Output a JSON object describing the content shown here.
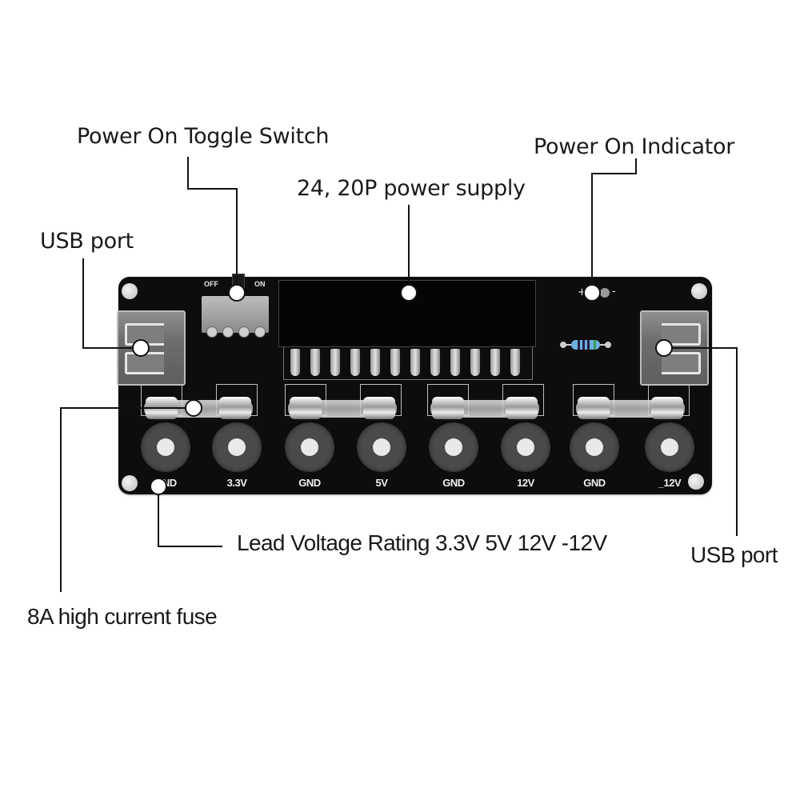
{
  "title": "ATX power supply breakout board annotated diagram",
  "callouts": {
    "toggle_switch": "Power On Toggle Switch",
    "power_indicator": "Power On Indicator",
    "atx_connector": "24, 20P power supply",
    "usb_left": "USB port",
    "usb_right": "USB port",
    "fuse": "8A high current fuse",
    "voltage_rating": "Lead Voltage Rating 3.3V 5V 12V -12V"
  },
  "board": {
    "switch_off_label": "OFF",
    "switch_on_label": "ON",
    "led_plus": "+",
    "led_minus": "-",
    "terminals": [
      {
        "label": "GND"
      },
      {
        "label": "3.3V"
      },
      {
        "label": "GND"
      },
      {
        "label": "5V"
      },
      {
        "label": "GND"
      },
      {
        "label": "12V"
      },
      {
        "label": "GND"
      },
      {
        "label": "_12V"
      }
    ],
    "fuse_count": 4,
    "atx_pin_count": 12
  }
}
